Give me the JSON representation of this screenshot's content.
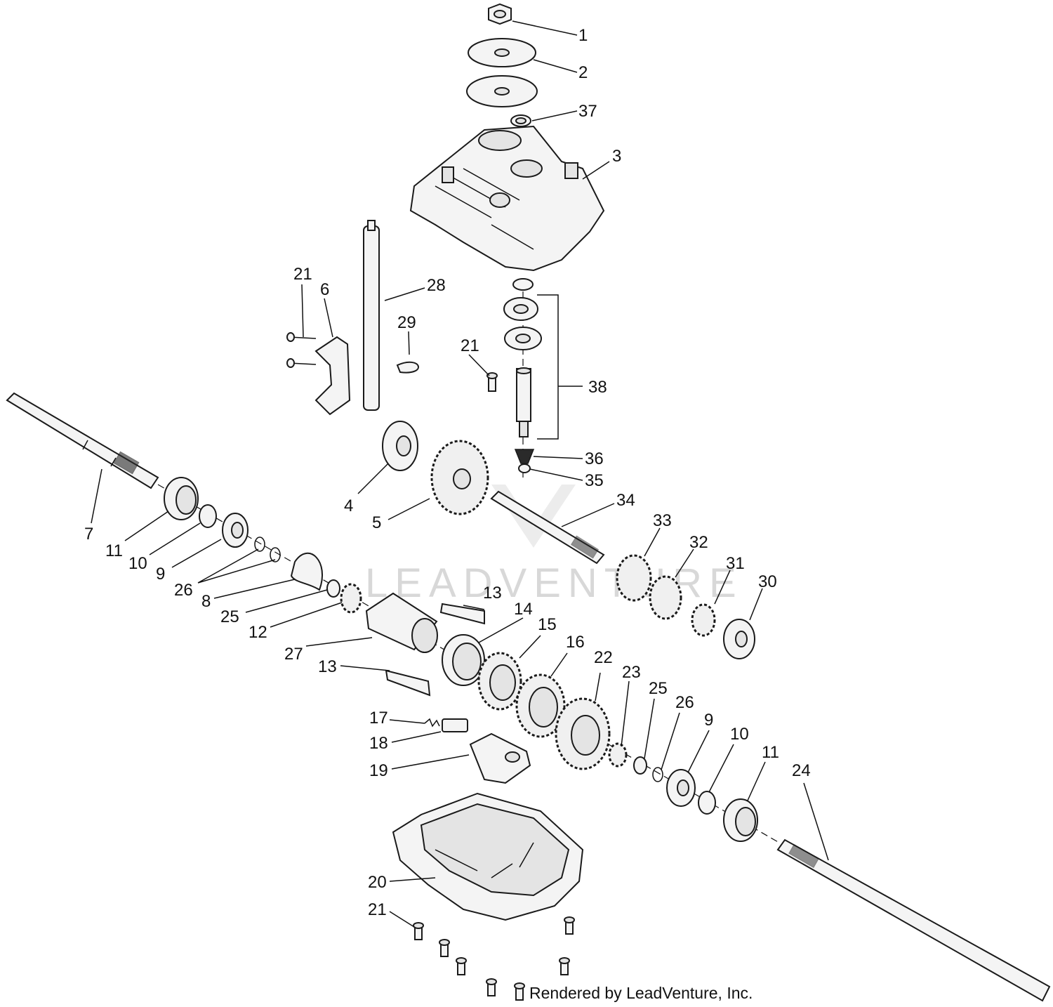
{
  "diagram": {
    "credit": "Rendered by LeadVenture, Inc.",
    "watermark": "LEADVENTURE",
    "callouts": [
      "1",
      "2",
      "37",
      "3",
      "28",
      "21",
      "6",
      "29",
      "21",
      "38",
      "36",
      "35",
      "7",
      "4",
      "5",
      "34",
      "33",
      "32",
      "31",
      "30",
      "11",
      "10",
      "9",
      "26",
      "8",
      "25",
      "12",
      "13",
      "14",
      "27",
      "15",
      "16",
      "22",
      "13",
      "23",
      "25",
      "26",
      "9",
      "10",
      "11",
      "24",
      "17",
      "18",
      "19",
      "20",
      "21"
    ]
  }
}
